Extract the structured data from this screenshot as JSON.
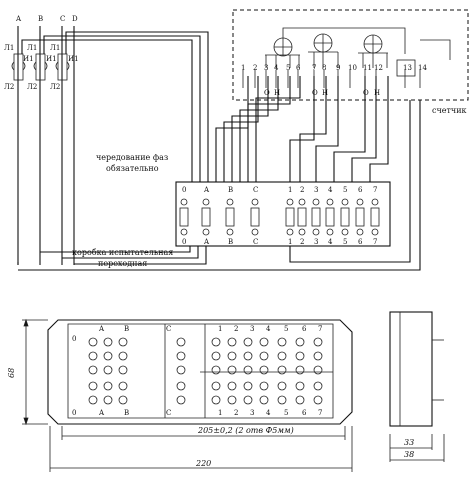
{
  "phases": [
    "A",
    "B",
    "C",
    "D"
  ],
  "cts": [
    {
      "top": "Л1",
      "bottom": "Л2"
    },
    {
      "top": "Л1",
      "bottom": "Л2"
    },
    {
      "top": "Л1",
      "bottom": "Л2"
    }
  ],
  "ct_secondary_label": "И1",
  "meter": {
    "caption": "счетчик",
    "terminals": [
      "1",
      "2",
      "3",
      "4",
      "5",
      "6",
      "7",
      "8",
      "9",
      "10",
      "11",
      "12",
      "13",
      "14"
    ],
    "o_label": "О",
    "n_label": "Н"
  },
  "phase_note": {
    "line1": "чередование фаз",
    "line2": "обязательно"
  },
  "box": {
    "caption_line1": "коробка испытательная",
    "caption_line2": "переходная",
    "top_labels": [
      "0",
      "A",
      "B",
      "C",
      "1",
      "2",
      "3",
      "4",
      "5",
      "6",
      "7"
    ],
    "bottom_labels": [
      "0",
      "A",
      "B",
      "C",
      "1",
      "2",
      "3",
      "4",
      "5",
      "6",
      "7"
    ]
  },
  "drawing": {
    "row_top": [
      "A",
      "B",
      "C",
      "1",
      "2",
      "3",
      "4",
      "5",
      "6",
      "7"
    ],
    "row_bottom": [
      "A",
      "B",
      "C",
      "1",
      "2",
      "3",
      "4",
      "5",
      "6",
      "7"
    ],
    "left_labels": [
      "0",
      "0"
    ],
    "dim_height": "68",
    "dim_holes": "205±0,2 (2 отв Ф5мм)",
    "dim_width": "220",
    "dim_depth1": "33",
    "dim_depth2": "38"
  }
}
